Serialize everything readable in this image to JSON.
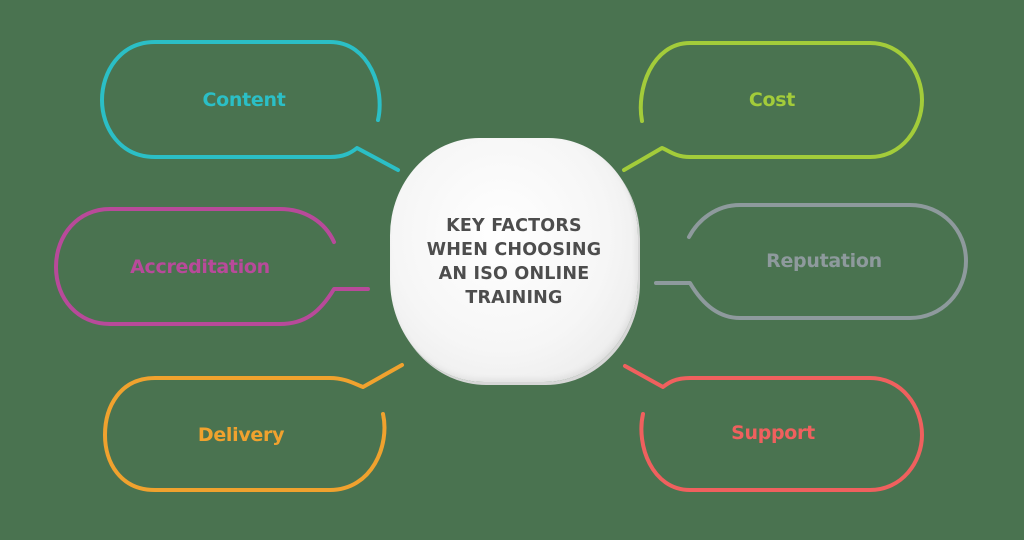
{
  "center": {
    "title": "KEY FACTORS\nWHEN CHOOSING\nAN ISO ONLINE\nTRAINING"
  },
  "factors": [
    {
      "label": "Content",
      "color": "#2bbfc6",
      "icon": "speech-bubble-outline"
    },
    {
      "label": "Cost",
      "color": "#a3cc3a",
      "icon": "speech-bubble-outline"
    },
    {
      "label": "Accreditation",
      "color": "#b84a9a",
      "icon": "speech-bubble-outline"
    },
    {
      "label": "Reputation",
      "color": "#8e9a9d",
      "icon": "speech-bubble-outline"
    },
    {
      "label": "Delivery",
      "color": "#f0a22e",
      "icon": "speech-bubble-outline"
    },
    {
      "label": "Support",
      "color": "#f0605e",
      "icon": "speech-bubble-outline"
    }
  ],
  "background_color": "#4a7350"
}
